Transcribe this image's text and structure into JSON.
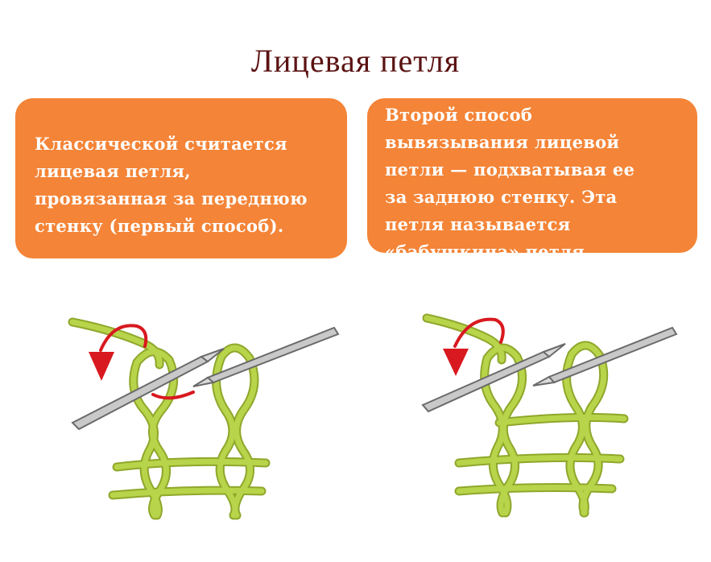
{
  "title": "Лицевая петля",
  "cards": {
    "left": {
      "lines": [
        "Классической считается",
        "лицевая петля,",
        "провязанная за переднюю",
        "стенку (первый способ)."
      ]
    },
    "right": {
      "lines": [
        "Второй способ",
        "вывязывания лицевой",
        "петли — подхватывая ее",
        "за заднюю стенку. Эта",
        "петля называется",
        "«бабушкина» петля."
      ]
    }
  },
  "colors": {
    "title": "#5b1212",
    "card_bg": "#f48437",
    "card_text": "#ffffff",
    "yarn": "#b8d44a",
    "yarn_outline": "#8fa72b",
    "needle": "#c9c9c9",
    "needle_outline": "#6a6a6a",
    "arrow": "#d8191f"
  },
  "illustrations": [
    {
      "name": "front-loop-knit",
      "icons": [
        "yarn-icon",
        "knitting-needle-icon",
        "red-arrow-icon"
      ]
    },
    {
      "name": "back-loop-knit",
      "icons": [
        "yarn-icon",
        "knitting-needle-icon",
        "red-arrow-icon"
      ]
    }
  ]
}
